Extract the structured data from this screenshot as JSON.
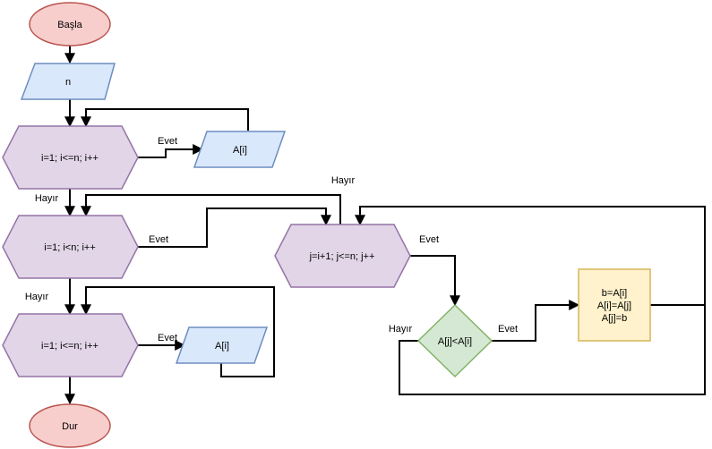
{
  "flowchart": {
    "start": "Başla",
    "input_n": "n",
    "loop1": "i=1; i<=n; i++",
    "input_ai": "A[i]",
    "loop2": "i=1; i<n; i++",
    "loop3": "j=i+1; j<=n; j++",
    "condition": "A[j]<A[i]",
    "swap": [
      "b=A[i]",
      "A[i]=A[j]",
      "A[j]=b"
    ],
    "loop4": "i=1; i<=n; i++",
    "output_ai": "A[i]",
    "end": "Dur"
  },
  "edge_labels": {
    "evet": "Evet",
    "hayir": "Hayır"
  },
  "colors": {
    "terminal_fill": "#f8cecc",
    "terminal_stroke": "#b85450",
    "io_fill": "#dae8fc",
    "io_stroke": "#6c8ebf",
    "loop_fill": "#e1d5e7",
    "loop_stroke": "#9673a6",
    "decision_fill": "#d5e8d4",
    "decision_stroke": "#82b366",
    "process_fill": "#fff2cc",
    "process_stroke": "#d6b656"
  }
}
